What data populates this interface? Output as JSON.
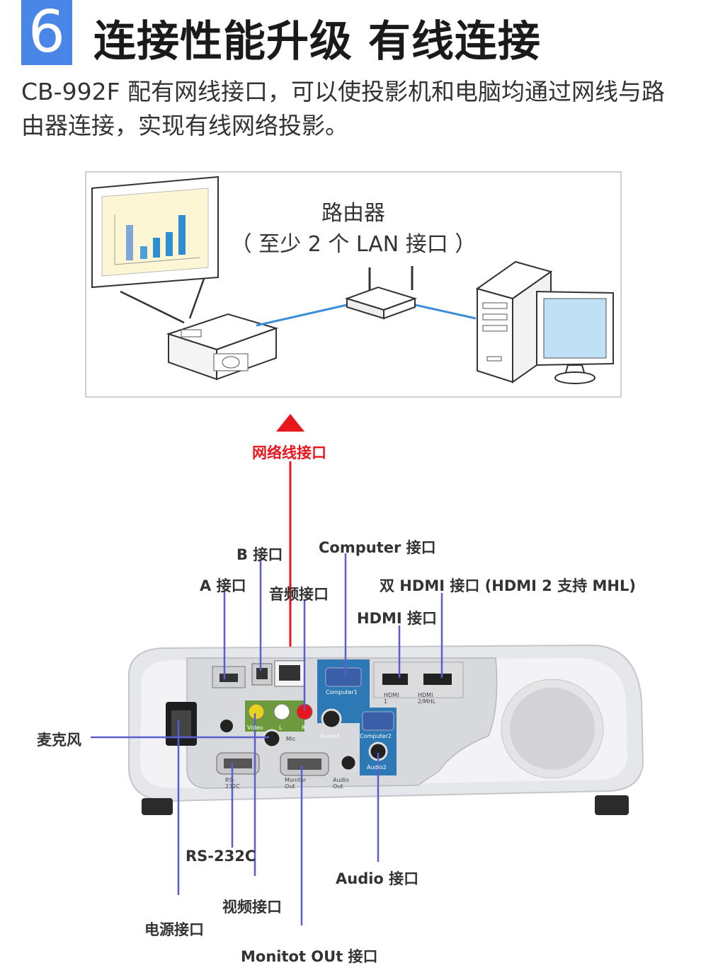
{
  "header": {
    "number": "6",
    "title": "连接性能升级 有线连接",
    "description": "CB-992F 配有网线接口，可以使投影机和电脑均通过网线与路由器连接，实现有线网络投影。"
  },
  "network_diagram": {
    "router_label": "路由器",
    "router_sublabel": "（ 至少 2 个 LAN 接口 ）"
  },
  "ports": {
    "lan": "网络线接口",
    "usb_b": "B 接口",
    "usb_a": "A 接口",
    "audio_in": "音频接口",
    "computer": "Computer 接口",
    "dual_hdmi": "双 HDMI 接口 (HDMI 2 支持 MHL)",
    "hdmi": "HDMI 接口",
    "mic": "麦克风",
    "rs232c": "RS-232C",
    "video": "视频接口",
    "power": "电源接口",
    "audio": "Audio 接口",
    "monitor_out": "Monitot OUt 接口"
  },
  "panel_labels": {
    "computer1": "Computer1",
    "computer2": "Computer2",
    "hdmi1": "HDMI 1",
    "hdmi2": "HDMI 2/MHL",
    "audio1": "Audio1",
    "audio2": "Audio2",
    "rs232c": "RS-232C",
    "monitor_out": "Monitor Out",
    "audio_out": "Audio Out",
    "mic": "Mic",
    "video": "Video",
    "l": "L",
    "r": "R"
  },
  "colors": {
    "accent_blue": "#4a86e8",
    "line_blue": "#5a5fd0",
    "arrow_red": "#e8161d",
    "cable_blue": "#3a8fd8"
  }
}
